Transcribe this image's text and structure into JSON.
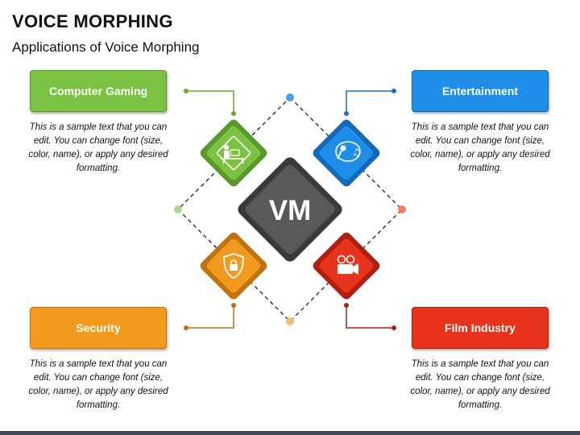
{
  "header": {
    "title": "VOICE MORPHING",
    "subtitle": "Applications of Voice Morphing"
  },
  "center": {
    "label": "VM"
  },
  "items": [
    {
      "key": "gaming",
      "label": "Computer Gaming",
      "color": "#7cc242",
      "dark": "#5a9a2c",
      "icon": "computer-gaming-icon",
      "text": "This is a sample text that you can edit. You can change font (size, color, name), or apply any desired formatting."
    },
    {
      "key": "entertainment",
      "label": "Entertainment",
      "color": "#1e8ee8",
      "dark": "#1468b5",
      "icon": "microphone-music-icon",
      "text": "This is a sample text that you can edit. You can change font (size, color, name), or apply any desired formatting."
    },
    {
      "key": "security",
      "label": "Security",
      "color": "#f29a1e",
      "dark": "#c0730f",
      "icon": "shield-lock-icon",
      "text": "This is a sample text that you can edit. You can change font (size, color, name), or apply any desired formatting."
    },
    {
      "key": "film",
      "label": "Film Industry",
      "color": "#e8341c",
      "dark": "#b02010",
      "icon": "film-camera-icon",
      "text": "This is a sample text that you can edit. You can change font (size, color, name), or apply any desired formatting."
    }
  ],
  "colors": {
    "center": "#595959",
    "center_dark": "#3a3a3a",
    "connector_dot_top": "#4aa3e6",
    "connector_dot_left": "#a8d98a",
    "connector_dot_right": "#f08060",
    "connector_dot_bottom": "#f5bf7a"
  }
}
